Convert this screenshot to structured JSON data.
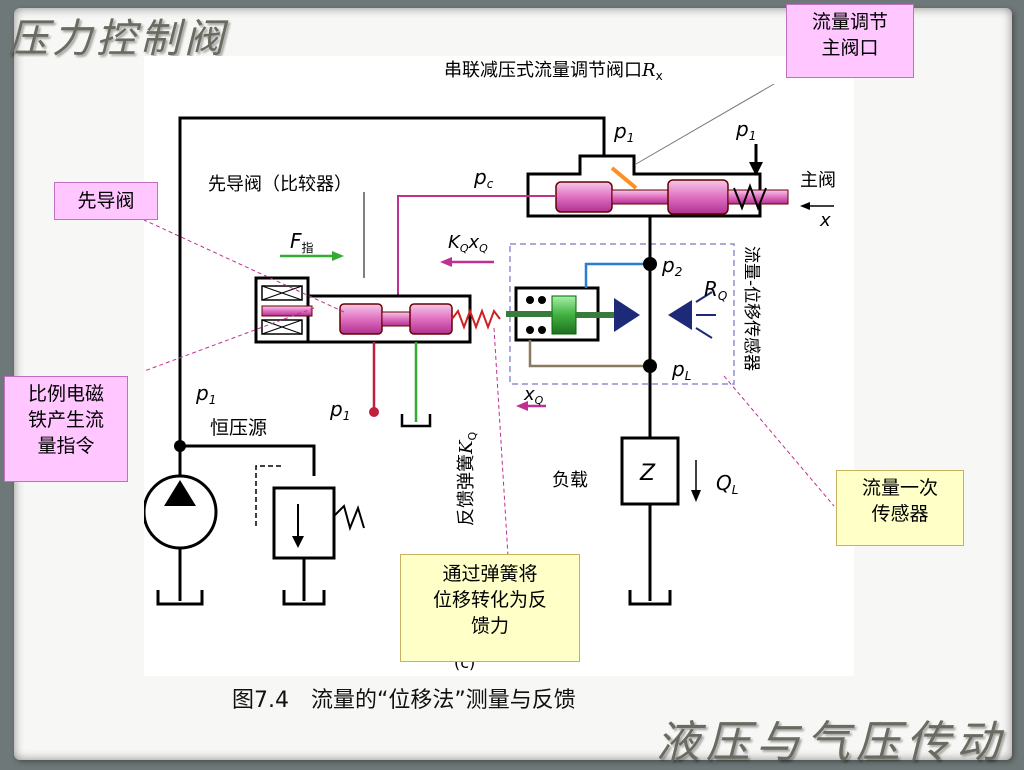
{
  "slide": {
    "title_left": "压力控制阀",
    "title_right": "液压与气压传动",
    "caption": "图7.4　流量的“位移法”测量与反馈"
  },
  "callouts": {
    "main_orifice": "流量调节\n主阀口",
    "pilot_valve": "先导阀",
    "solenoid": "比例电磁\n铁产生流\n量指令",
    "spring_feedback": "通过弹簧将\n位移转化为反\n馈力",
    "sensor": "流量一次\n传感器"
  },
  "diagram": {
    "rx_label": "串联减压式流量调节阀口",
    "rx_symbol": "R",
    "rx_sub": "x",
    "pilot_label": "先导阀（比较器）",
    "pc": "p",
    "pc_sub": "c",
    "p1": "p",
    "p1_sub": "1",
    "p2": "p",
    "p2_sub": "2",
    "pl": "p",
    "pl_sub": "L",
    "main_valve": "主阀",
    "x": "x",
    "f_cmd": "F",
    "f_cmd_sub": "指",
    "kq_xq": "K",
    "kq_sub": "Q",
    "xq_part": "x",
    "xq_sub": "Q",
    "rq": "R",
    "rq_sub": "Q",
    "constant_source": "恒压源",
    "feedback_spring": "反馈弹簧",
    "k_sym": "K",
    "k_sub": "Q",
    "sensor_vertical": "流量-位移传感器",
    "load": "负载",
    "z": "Z",
    "ql": "Q",
    "ql_sub": "L",
    "sub_c": "(c)"
  },
  "colors": {
    "pink": "#e88ad0",
    "pink_dark": "#c0309a",
    "navy": "#1c2a78",
    "green": "#33aa33",
    "blue_line": "#2a7fd0",
    "magenta_line": "#c03090",
    "brown_line": "#8a7a60",
    "red_line": "#d02040"
  }
}
